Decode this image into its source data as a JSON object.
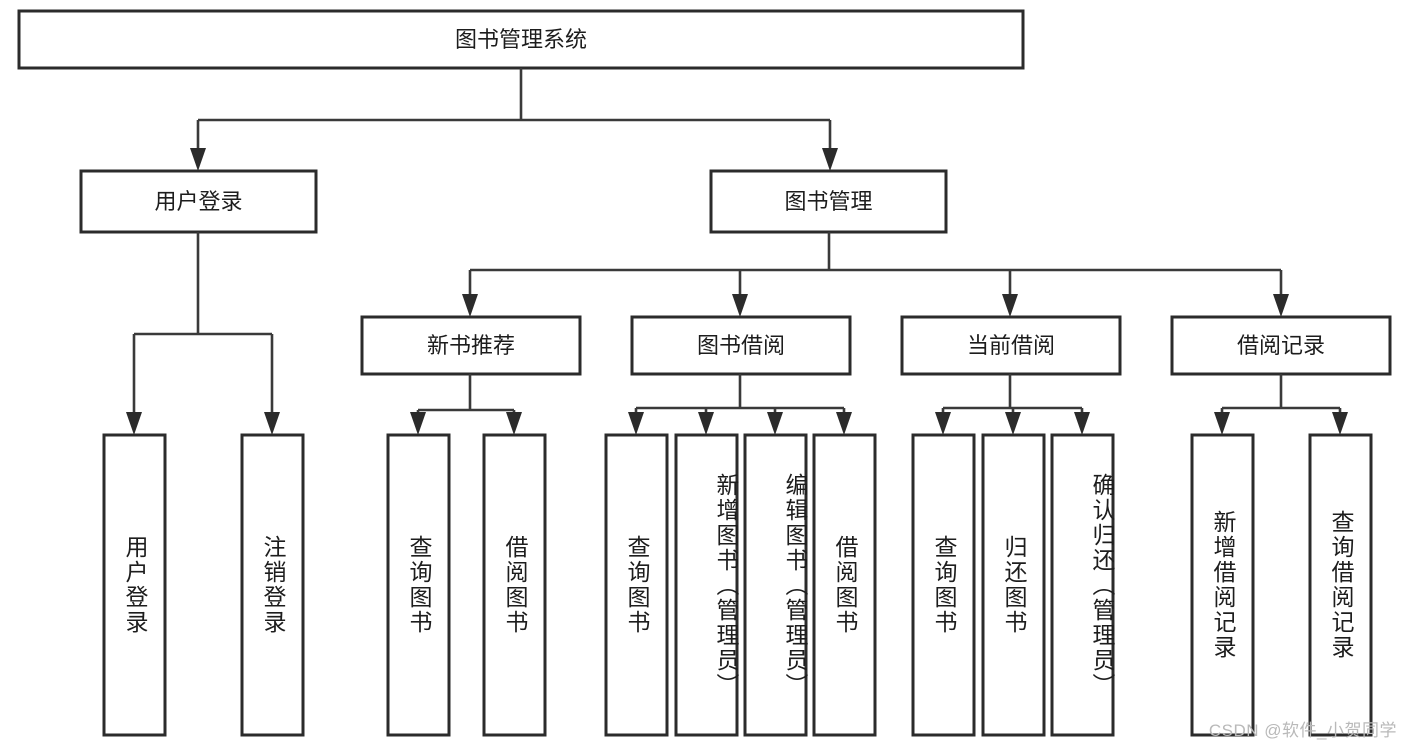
{
  "diagram": {
    "title": "图书管理系统",
    "type": "hierarchy-tree",
    "root": {
      "id": "root",
      "label": "图书管理系统",
      "orientation": "horizontal"
    },
    "level1": [
      {
        "id": "user-login",
        "label": "用户登录",
        "orientation": "horizontal"
      },
      {
        "id": "book-manage",
        "label": "图书管理",
        "orientation": "horizontal"
      }
    ],
    "level2": [
      {
        "id": "new-book-recommend",
        "label": "新书推荐",
        "orientation": "horizontal",
        "parent": "book-manage"
      },
      {
        "id": "book-borrow",
        "label": "图书借阅",
        "orientation": "horizontal",
        "parent": "book-manage"
      },
      {
        "id": "current-borrow",
        "label": "当前借阅",
        "orientation": "horizontal",
        "parent": "book-manage"
      },
      {
        "id": "borrow-record",
        "label": "借阅记录",
        "orientation": "horizontal",
        "parent": "book-manage"
      }
    ],
    "leaves": [
      {
        "id": "leaf-user-login",
        "label": "用户登录",
        "parent": "user-login"
      },
      {
        "id": "leaf-logout-login",
        "label": "注销登录",
        "parent": "user-login"
      },
      {
        "id": "leaf-query-book-1",
        "label": "查询图书",
        "parent": "new-book-recommend"
      },
      {
        "id": "leaf-borrow-book-1",
        "label": "借阅图书",
        "parent": "new-book-recommend"
      },
      {
        "id": "leaf-query-book-2",
        "label": "查询图书",
        "parent": "book-borrow"
      },
      {
        "id": "leaf-add-book",
        "label": "新增图书（管理员）",
        "parent": "book-borrow"
      },
      {
        "id": "leaf-edit-book",
        "label": "编辑图书（管理员）",
        "parent": "book-borrow"
      },
      {
        "id": "leaf-borrow-book-2",
        "label": "借阅图书",
        "parent": "book-borrow"
      },
      {
        "id": "leaf-query-book-3",
        "label": "查询图书",
        "parent": "current-borrow"
      },
      {
        "id": "leaf-return-book",
        "label": "归还图书",
        "parent": "current-borrow"
      },
      {
        "id": "leaf-confirm-return",
        "label": "确认归还（管理员）",
        "parent": "current-borrow"
      },
      {
        "id": "leaf-add-record",
        "label": "新增借阅记录",
        "parent": "borrow-record"
      },
      {
        "id": "leaf-query-record",
        "label": "查询借阅记录",
        "parent": "borrow-record"
      }
    ],
    "watermark": "CSDN @软件_小贺同学",
    "colors": {
      "box_border": "#2b2b2b",
      "box_fill": "#ffffff",
      "connector": "#3a3a3a",
      "text": "#1d1d1d",
      "watermark": "#b9b9b9",
      "background": "#ffffff"
    }
  }
}
